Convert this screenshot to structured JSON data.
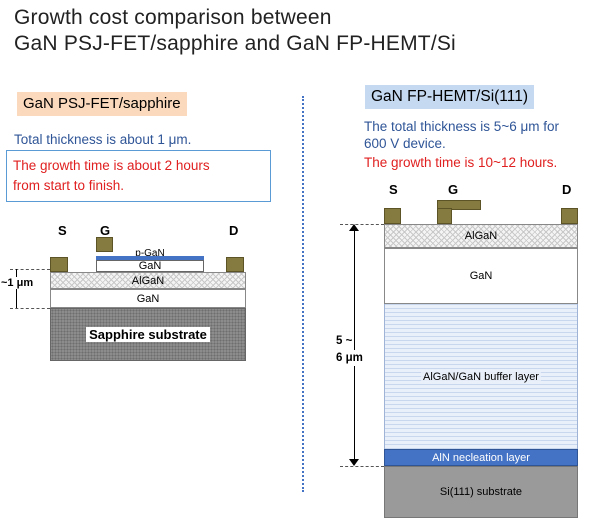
{
  "title": {
    "line1": "Growth cost comparison between",
    "line2": "GaN PSJ-FET/sapphire and GaN FP-HEMT/Si"
  },
  "left": {
    "tag": "GaN PSJ-FET/sapphire",
    "thickness_note": "Total thickness is about 1 μm.",
    "time_note_1": "The growth time is about 2 hours",
    "time_note_2": "from start to finish.",
    "terminals": {
      "source": "S",
      "gate": "G",
      "drain": "D"
    },
    "layers": {
      "pgan": "p-GaN",
      "gan_top": "GaN",
      "algan": "AlGaN",
      "gan": "GaN",
      "substrate": "Sapphire substrate"
    },
    "dimension_label": "~1 μm",
    "colors": {
      "tag_bg": "#fbd9bd",
      "note_border": "#5b9bd5"
    }
  },
  "right": {
    "tag": "GaN FP-HEMT/Si(111)",
    "thickness_note_1": "The total thickness is 5~6 μm for",
    "thickness_note_2": "600 V device.",
    "time_note": "The growth time is 10~12 hours.",
    "terminals": {
      "source": "S",
      "gate": "G",
      "drain": "D"
    },
    "layers": {
      "algan": "AlGaN",
      "gan": "GaN",
      "buffer": "AlGaN/GaN buffer layer",
      "nucleation": "AlN necleation layer",
      "substrate": "Si(111) substrate"
    },
    "dimension_label_1": "5 ~",
    "dimension_label_2": "6 μm",
    "colors": {
      "tag_bg": "#c5d9f1",
      "nucleation": "#4472c4"
    }
  }
}
